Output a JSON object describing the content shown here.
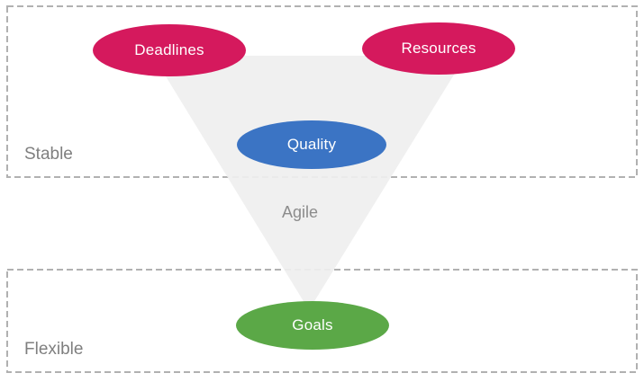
{
  "diagram": {
    "title_hint": "Agile constraints funnel",
    "triangle_label": "Agile",
    "zones": [
      {
        "label": "Stable"
      },
      {
        "label": "Flexible"
      }
    ],
    "nodes": [
      {
        "label": "Deadlines",
        "type": "constraint"
      },
      {
        "label": "Resources",
        "type": "constraint"
      },
      {
        "label": "Quality",
        "type": "quality"
      },
      {
        "label": "Goals",
        "type": "goal"
      }
    ]
  },
  "colors": {
    "constraint": "#D5195D",
    "quality": "#3B74C4",
    "goal": "#5BA847",
    "triangle": "#EFEFEF",
    "zone_border": "#B1B1B1",
    "zone_label": "#7F7F7F",
    "triangle_label": "#8C8C8C",
    "node_text": "#FFFFFF"
  }
}
